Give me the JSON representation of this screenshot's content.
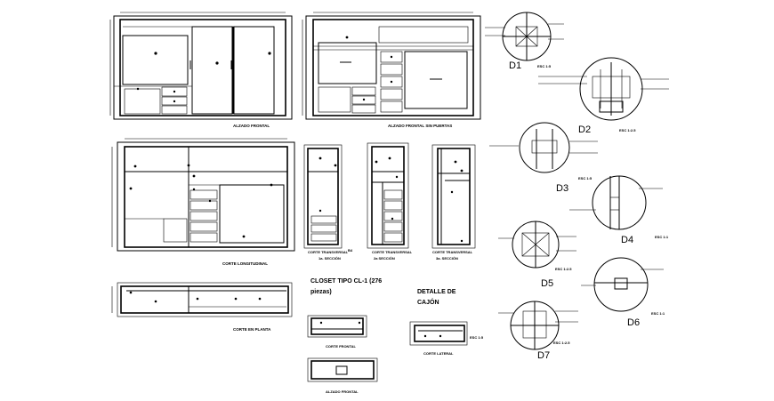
{
  "views": {
    "front": "ALZADO FRONTAL",
    "front_no_doors": "ALZADO FRONTAL SIN PUERTAS",
    "long_section": "CORTE LONGITUDINAL",
    "cross_section_a": "CORTE TRANSVERSAL",
    "cross_section_a_sub": "1a. SECCIÓN",
    "cross_section_b": "CORTE TRANSVERSAL",
    "cross_section_b_sub": "2a SECCIÓN",
    "cross_section_c": "CORTE TRANSVERSAL",
    "cross_section_c_sub": "3a. SECCIÓN",
    "plan_section": "CORTE EN PLANTA",
    "drawer_front_section": "CORTE FRONTAL",
    "drawer_front_elev": "ALZADO FRONTAL",
    "drawer_side_section": "CORTE LATERAL"
  },
  "titles": {
    "closet_line1": "CLOSET TIPO CL-1 (276",
    "closet_line2": "piezas)",
    "drawer_line1": "DETALLE DE",
    "drawer_line2": "CAJÓN"
  },
  "details": {
    "d1": "D1",
    "d2": "D2",
    "d3": "D3",
    "d4": "D4",
    "d5": "D5",
    "d6": "D6",
    "d7": "D7"
  },
  "scales": {
    "d1": "ESC 1:5",
    "d2": "ESC 1:2.5",
    "d3": "ESC 1:5",
    "d4": "ESC 1:1",
    "d5": "ESC 1:2.5",
    "d6": "ESC 1:1",
    "d7": "ESC 1:2.5",
    "drawer": "ESC 1:5",
    "b4": "B4"
  }
}
